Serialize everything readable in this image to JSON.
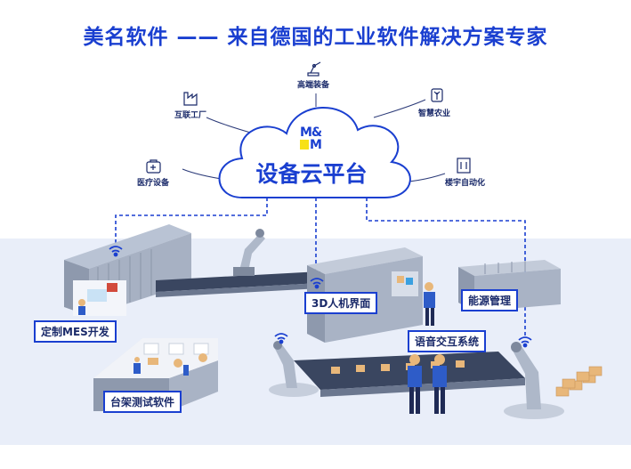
{
  "title": "美名软件 —— 来自德国的工业软件解决方案专家",
  "cloud": {
    "logo_top": "M&",
    "logo_bottom": "M",
    "label": "设备云平台"
  },
  "industries": [
    {
      "label": "高端装备",
      "icon": "robot-arm-icon"
    },
    {
      "label": "智慧农业",
      "icon": "plant-icon"
    },
    {
      "label": "楼宇自动化",
      "icon": "building-icon"
    },
    {
      "label": "医疗设备",
      "icon": "medical-case-icon"
    },
    {
      "label": "互联工厂",
      "icon": "factory-icon"
    }
  ],
  "modules": {
    "mes": "定制MES开发",
    "hmi": "3D人机界面",
    "energy": "能源管理",
    "voice": "语音交互系统",
    "test": "台架测试软件"
  },
  "colors": {
    "brand_blue": "#1a3fd0",
    "logo_yellow": "#f7e117",
    "floor": "#e9eef9",
    "machine_gray": "#9aa5b8",
    "conveyor": "#3a4660",
    "box_tan": "#e8b77a"
  }
}
